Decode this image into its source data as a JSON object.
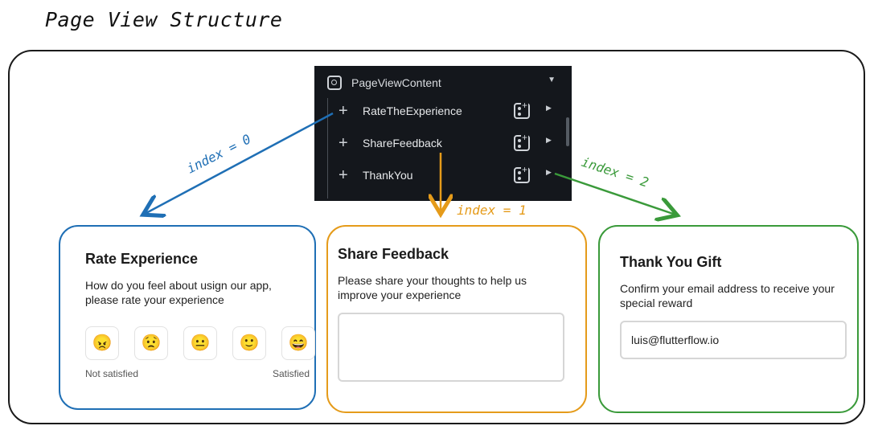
{
  "page_title": "Page View Structure",
  "tree": {
    "root_label": "PageViewContent",
    "items": [
      {
        "label": "RateTheExperience"
      },
      {
        "label": "ShareFeedback"
      },
      {
        "label": "ThankYou"
      }
    ]
  },
  "index_labels": [
    "index = 0",
    "index = 1",
    "index = 2"
  ],
  "colors": {
    "index0": "#1f6fb5",
    "index1": "#e59b1a",
    "index2": "#3a9a3a"
  },
  "cards": {
    "rate": {
      "title": "Rate Experience",
      "description": "How do you feel about usign our app, please rate your experience",
      "faces": [
        "😠",
        "😟",
        "😐",
        "🙂",
        "😄"
      ],
      "low_label": "Not satisfied",
      "high_label": "Satisfied"
    },
    "share": {
      "title": "Share Feedback",
      "description": "Please share your thoughts to help us improve your experience"
    },
    "thanks": {
      "title": "Thank You Gift",
      "description": "Confirm your email address to receive your special reward",
      "email_value": "luis@flutterflow.io"
    }
  }
}
